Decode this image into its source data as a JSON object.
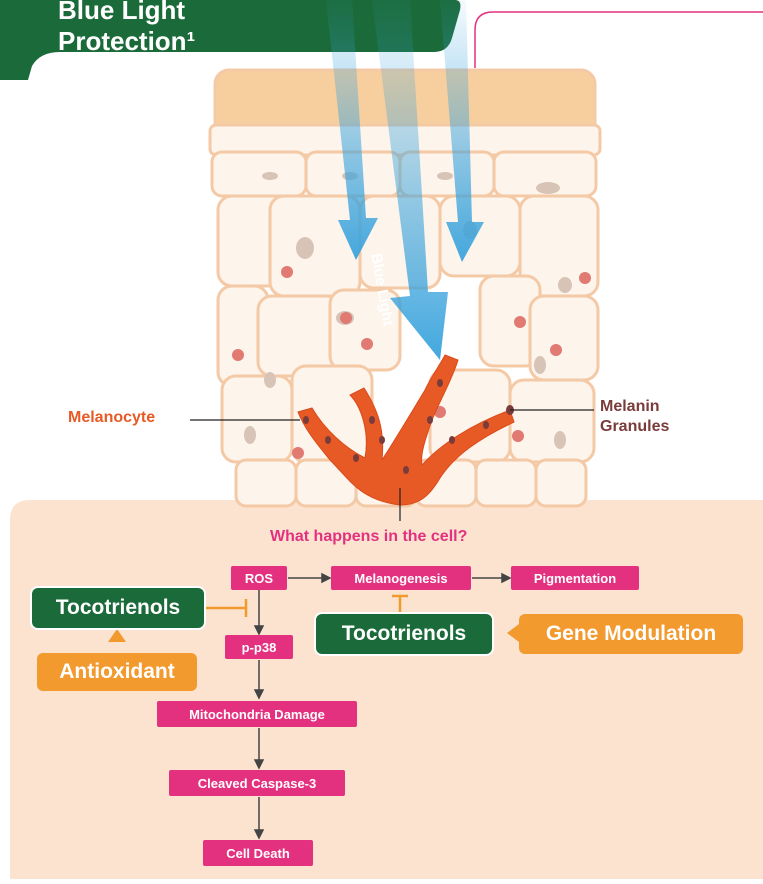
{
  "title": "Blue Light Protection¹",
  "labels": {
    "blue_light": "Blue Light",
    "melanocyte": "Melanocyte",
    "melanin_line1": "Melanin",
    "melanin_line2": "Granules",
    "question": "What happens in the cell?"
  },
  "pathway": {
    "ros": "ROS",
    "melanogenesis": "Melanogenesis",
    "pigmentation": "Pigmentation",
    "pp38": "p-p38",
    "mito": "Mitochondria Damage",
    "caspase": "Cleaved Caspase-3",
    "death": "Cell Death"
  },
  "actors": {
    "toco_left": "Tocotrienols",
    "antioxidant": "Antioxidant",
    "toco_right": "Tocotrienols",
    "gene": "Gene Modulation"
  },
  "colors": {
    "title_green": "#1b6b3a",
    "pink": "#e3317f",
    "orange": "#f29a2e",
    "melanocyte_orange": "#e85a25",
    "skin_bg": "#fbe3cf",
    "cell_fill": "#fdf4ec",
    "cell_stroke": "#f4c9a6",
    "blue": "#3aa3dc",
    "melanin_brown": "#7a3b3b"
  }
}
